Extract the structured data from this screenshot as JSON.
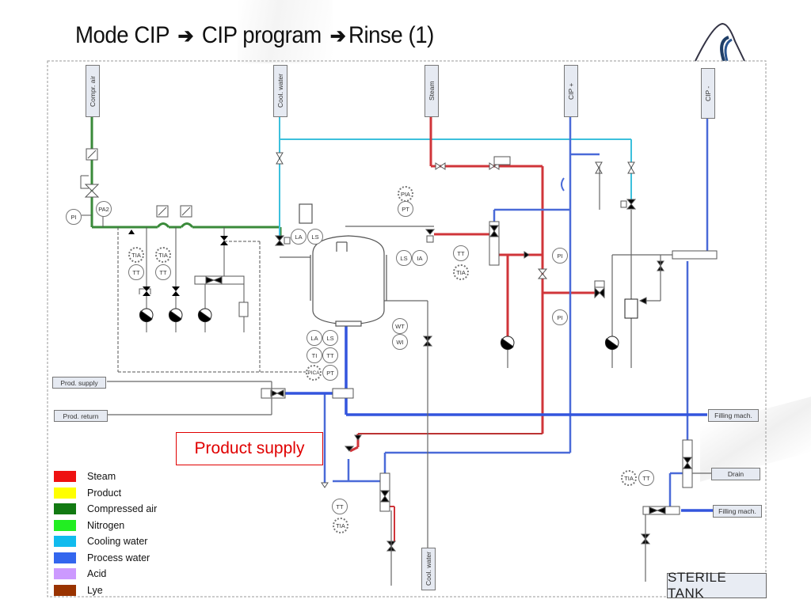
{
  "title": {
    "part1": "Mode CIP",
    "part2": "CIP program",
    "part3": "Rinse  (1)",
    "arrow": "➔"
  },
  "inlets": {
    "compr_air": "Compr. air",
    "cool_water_top": "Cool. water",
    "steam": "Steam",
    "cip_plus": "CIP +",
    "cip_minus": "CIP -",
    "cool_water_bottom": "Cool. water"
  },
  "side_tags": {
    "prod_supply": "Prod. supply",
    "prod_return": "Prod. return",
    "filling_mach_out": "Filling mach.",
    "drain": "Drain",
    "filling_mach_in": "Filling mach."
  },
  "instruments": {
    "pi_air": "PI",
    "pa2": "PA2",
    "tia1": "TIA",
    "tt1": "TT",
    "tia2": "TIA",
    "tt2": "TT",
    "la_top": "LA",
    "ls_top": "LS",
    "pia": "PIA",
    "pt_top": "PT",
    "ls_side": "LS",
    "ia_side": "IA",
    "tt_steam": "TT",
    "tia_steam": "TIA",
    "pi_steam1": "PI",
    "pi_steam2": "PI",
    "la_bottom": "LA",
    "ls_bottom": "LS",
    "ti_bottom": "TI",
    "tt_bottom": "TT",
    "pica": "PICA",
    "pt_bottom": "PT",
    "wt": "WT",
    "wi": "WI",
    "tt_lower": "TT",
    "tia_lower": "TIA",
    "tia_right": "TIA",
    "tt_right": "TT"
  },
  "callout": "Product supply",
  "frame_label": "STERILE TANK",
  "legend": [
    {
      "label": "Steam",
      "color": "#ee1111"
    },
    {
      "label": "Product",
      "color": "#ffff00"
    },
    {
      "label": "Compressed air",
      "color": "#127a12"
    },
    {
      "label": "Nitrogen",
      "color": "#22ee22"
    },
    {
      "label": "Cooling water",
      "color": "#11bbee"
    },
    {
      "label": "Process water",
      "color": "#3366ee"
    },
    {
      "label": "Acid",
      "color": "#cc99ff"
    },
    {
      "label": "Lye",
      "color": "#993300"
    }
  ],
  "line_colors": {
    "compressed_air": "#3a8a3a",
    "cooling_water": "#3cc0dc",
    "steam": "#d0353a",
    "process_water": "#4a6ad8",
    "process_water_bold": "#3355dd",
    "neutral": "#666666"
  }
}
